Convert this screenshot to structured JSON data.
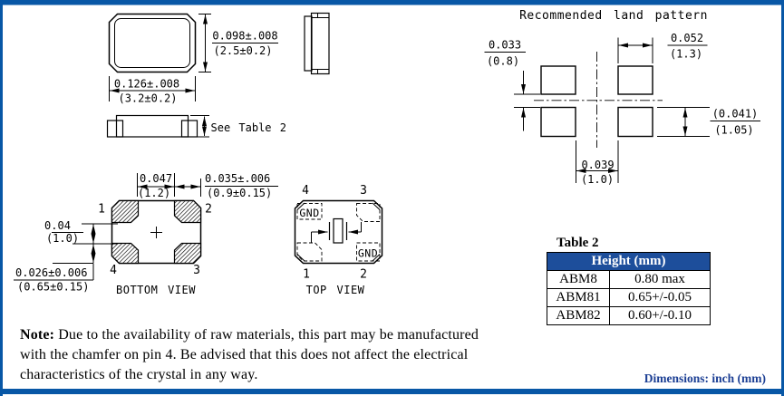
{
  "colors": {
    "accent_blue": "#0857A6",
    "table_header_blue": "#1D4E9B",
    "footnote_blue": "#1C3F94"
  },
  "front_view": {
    "height_in": "0.098±.008",
    "height_mm": "(2.5±0.2)",
    "width_in": "0.126±.008",
    "width_mm": "(3.2±0.2)"
  },
  "side_view": {
    "height_note": "See Table 2"
  },
  "bottom_view": {
    "label": "BOTTOM VIEW",
    "pad_gap_x_in": "0.047",
    "pad_gap_x_mm": "(1.2)",
    "pad_w_in": "0.035±.006",
    "pad_w_mm": "(0.9±0.15)",
    "pad_gap_y_in": "0.04",
    "pad_gap_y_mm": "(1.0)",
    "pad_h_in": "0.026±0.006",
    "pad_h_mm": "(0.65±0.15)",
    "pin1": "1",
    "pin2": "2",
    "pin3": "3",
    "pin4": "4"
  },
  "top_view": {
    "label": "TOP VIEW",
    "gnd_pin4": "GND",
    "gnd_pin2": "GND",
    "pin1": "1",
    "pin2": "2",
    "pin3": "3",
    "pin4": "4"
  },
  "land_pattern": {
    "title": "Recommended land pattern",
    "v_gap_in": "0.033",
    "v_gap_mm": "(0.8)",
    "pad_w_in": "0.052",
    "pad_w_mm": "(1.3)",
    "pad_h_in": "(0.041)",
    "pad_h_mm": "(1.05)",
    "h_gap_in": "0.039",
    "h_gap_mm": "(1.0)"
  },
  "table2": {
    "caption": "Table 2",
    "header": "Height (mm)",
    "rows": [
      {
        "model": "ABM8",
        "height": "0.80 max"
      },
      {
        "model": "ABM81",
        "height": "0.65+/-0.05"
      },
      {
        "model": "ABM82",
        "height": "0.60+/-0.10"
      }
    ]
  },
  "note": {
    "label": "Note:",
    "line1": " Due to the availability of raw materials, this part may be manufactured",
    "line2": "with the chamfer on pin 4. Be advised that this does not affect the electrical",
    "line3": "characteristics of the crystal in any way."
  },
  "footer": {
    "units_note": "Dimensions: inch (mm)"
  }
}
